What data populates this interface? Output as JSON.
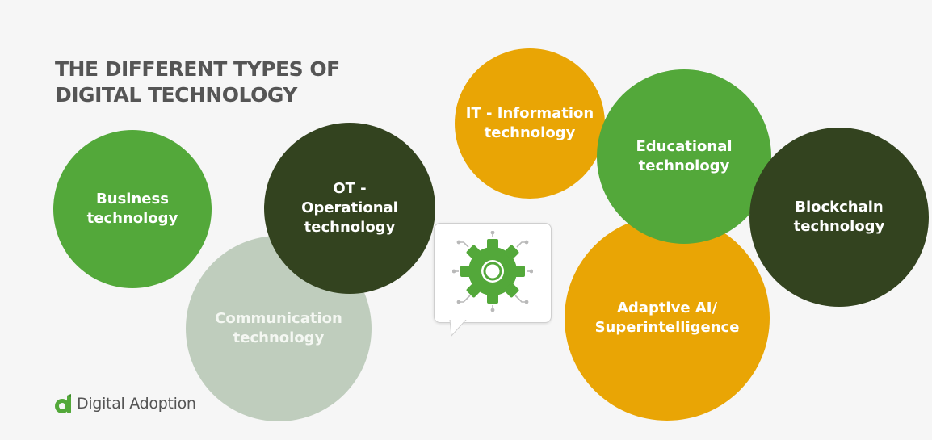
{
  "title": {
    "line1": "THE DIFFERENT TYPES OF",
    "line2": "DIGITAL TECHNOLOGY"
  },
  "circles": {
    "business": {
      "line1": "Business",
      "line2": "technology"
    },
    "communication": {
      "line1": "Communication",
      "line2": "technology"
    },
    "ot": {
      "line1": "OT -",
      "line2": "Operational",
      "line3": "technology"
    },
    "it": {
      "line1": "IT - Information",
      "line2": "technology"
    },
    "educational": {
      "line1": "Educational",
      "line2": "technology"
    },
    "adaptive": {
      "line1": "Adaptive AI/",
      "line2": "Superintelligence"
    },
    "blockchain": {
      "line1": "Blockchain",
      "line2": "technology"
    }
  },
  "center_icon": "gear-icon",
  "logo": {
    "text": "Digital Adoption",
    "icon": "digital-adoption-logo-icon"
  },
  "colors": {
    "green": "#53a83a",
    "dark_green": "#33431f",
    "orange": "#e9a505",
    "pale_green": "#bfcdbd",
    "title_gray": "#555555"
  }
}
